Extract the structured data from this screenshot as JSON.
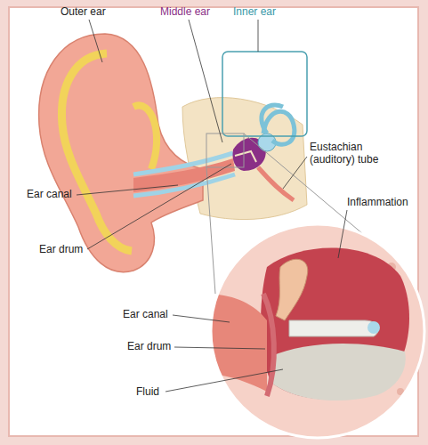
{
  "diagram": {
    "labels": [
      "Outer ear",
      "Middle ear",
      "Inner ear",
      "Eustachian (auditory) tube",
      "Ear canal",
      "Ear drum",
      "Inflammation",
      "Ear canal",
      "Ear drum",
      "Fluid"
    ]
  }
}
